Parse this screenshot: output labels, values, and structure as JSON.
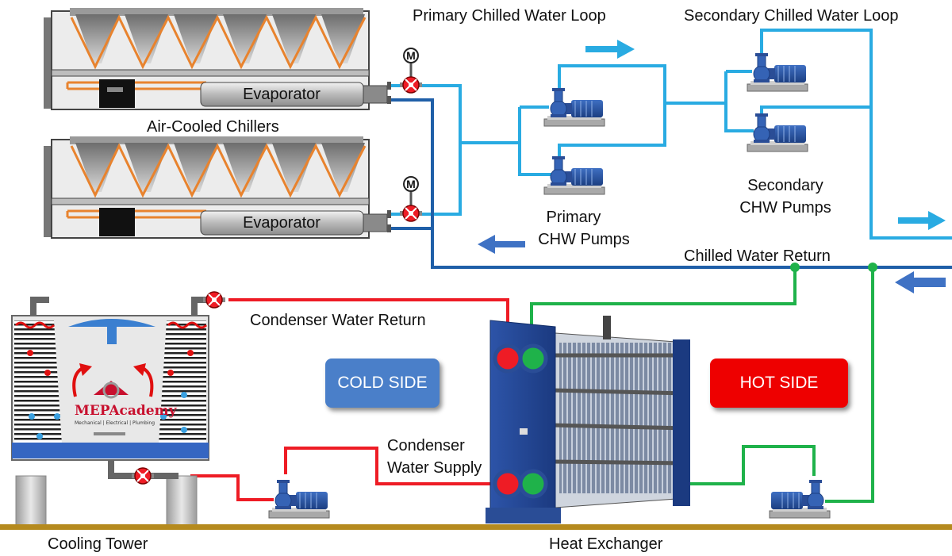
{
  "labels": {
    "primary_loop": "Primary Chilled Water Loop",
    "secondary_loop": "Secondary Chilled Water Loop",
    "air_cooled_chillers": "Air-Cooled Chillers",
    "evaporator": "Evaporator",
    "primary_pumps": [
      "Primary",
      "CHW Pumps"
    ],
    "secondary_pumps": [
      "Secondary",
      "CHW Pumps"
    ],
    "chilled_water_return": "Chilled Water Return",
    "condenser_water_return": "Condenser Water Return",
    "condenser_water_supply": [
      "Condenser",
      "Water Supply"
    ],
    "cold_side": "COLD SIDE",
    "hot_side": "HOT SIDE",
    "cooling_tower": "Cooling Tower",
    "heat_exchanger": "Heat Exchanger",
    "valve_motor": "M"
  },
  "logo": {
    "name": "MEPAcademy",
    "tagline": "Mechanical | Electrical | Plumbing"
  },
  "colors": {
    "chilled_supply": "#29abe2",
    "chilled_return": "#1f5fa8",
    "condenser": "#ee1c25",
    "hx_loop": "#1fb24a",
    "cold_side": "#4a7fc9",
    "hot_side": "#ee0000",
    "ground": "#b58a1e"
  }
}
